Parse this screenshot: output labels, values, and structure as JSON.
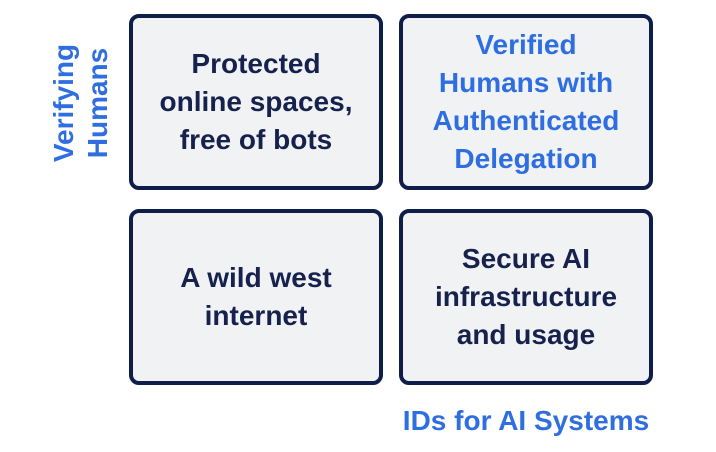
{
  "axes": {
    "y_label": [
      "Verifying",
      "Humans"
    ],
    "x_label": "IDs for AI Systems"
  },
  "quadrants": {
    "top_left": {
      "lines": [
        "Protected",
        "online spaces,",
        "free of bots"
      ]
    },
    "top_right": {
      "lines": [
        "Verified",
        "Humans with",
        "Authenticated",
        "Delegation"
      ]
    },
    "bottom_left": {
      "lines": [
        "A wild west",
        "internet"
      ]
    },
    "bottom_right": {
      "lines": [
        "Secure AI",
        "infrastructure",
        "and usage"
      ]
    }
  },
  "colors": {
    "border": "#0f1d4a",
    "cell_fill": "#f1f2f4",
    "dark_text": "#16224d",
    "accent_blue": "#2e6ee0"
  }
}
